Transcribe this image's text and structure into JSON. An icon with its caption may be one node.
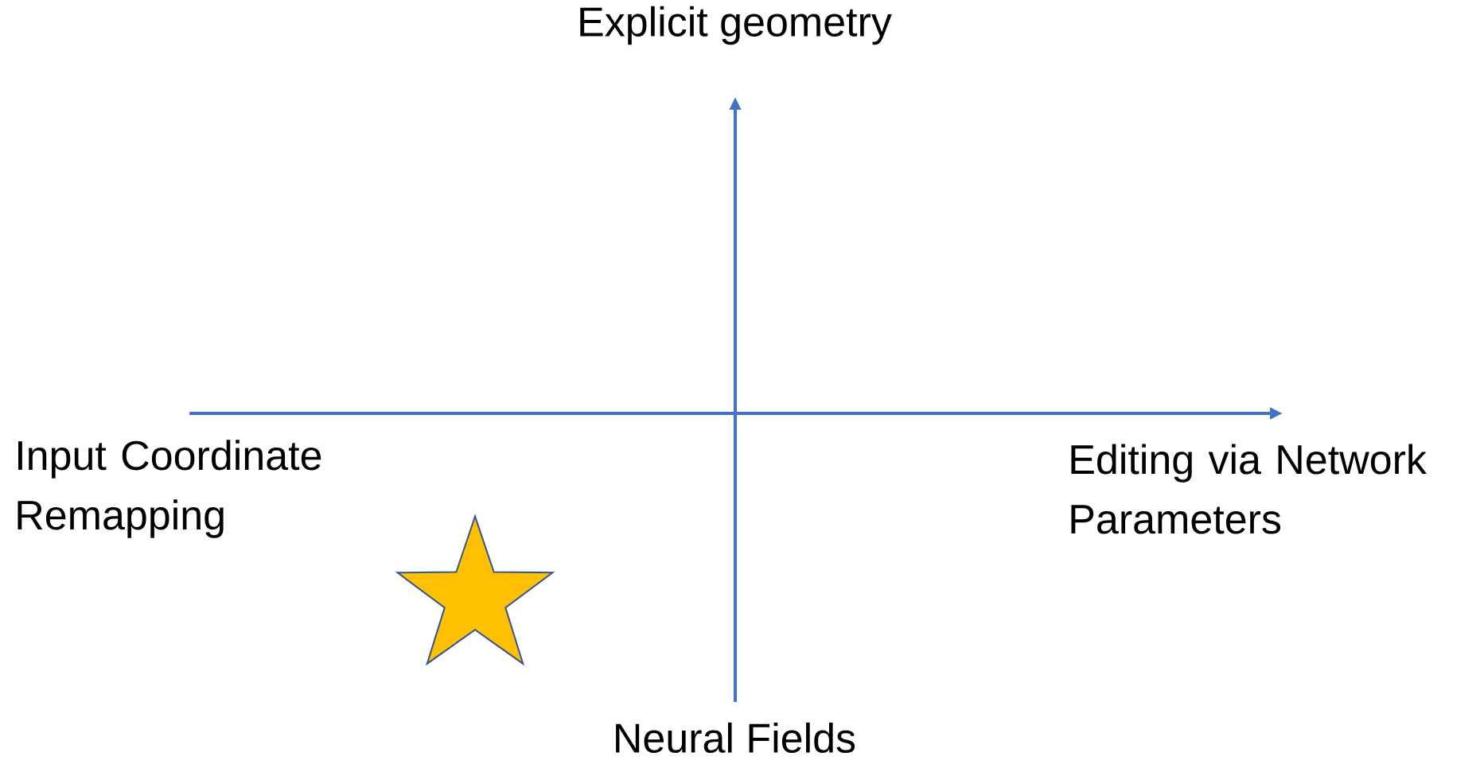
{
  "diagram": {
    "nodes": [
      {
        "text": [],
        "shape": "star"
      }
    ],
    "labels": [
      "Explicit geometry",
      "Input Coordinate Remapping",
      "Editing via Network Parameters",
      "Neural Fields"
    ]
  }
}
